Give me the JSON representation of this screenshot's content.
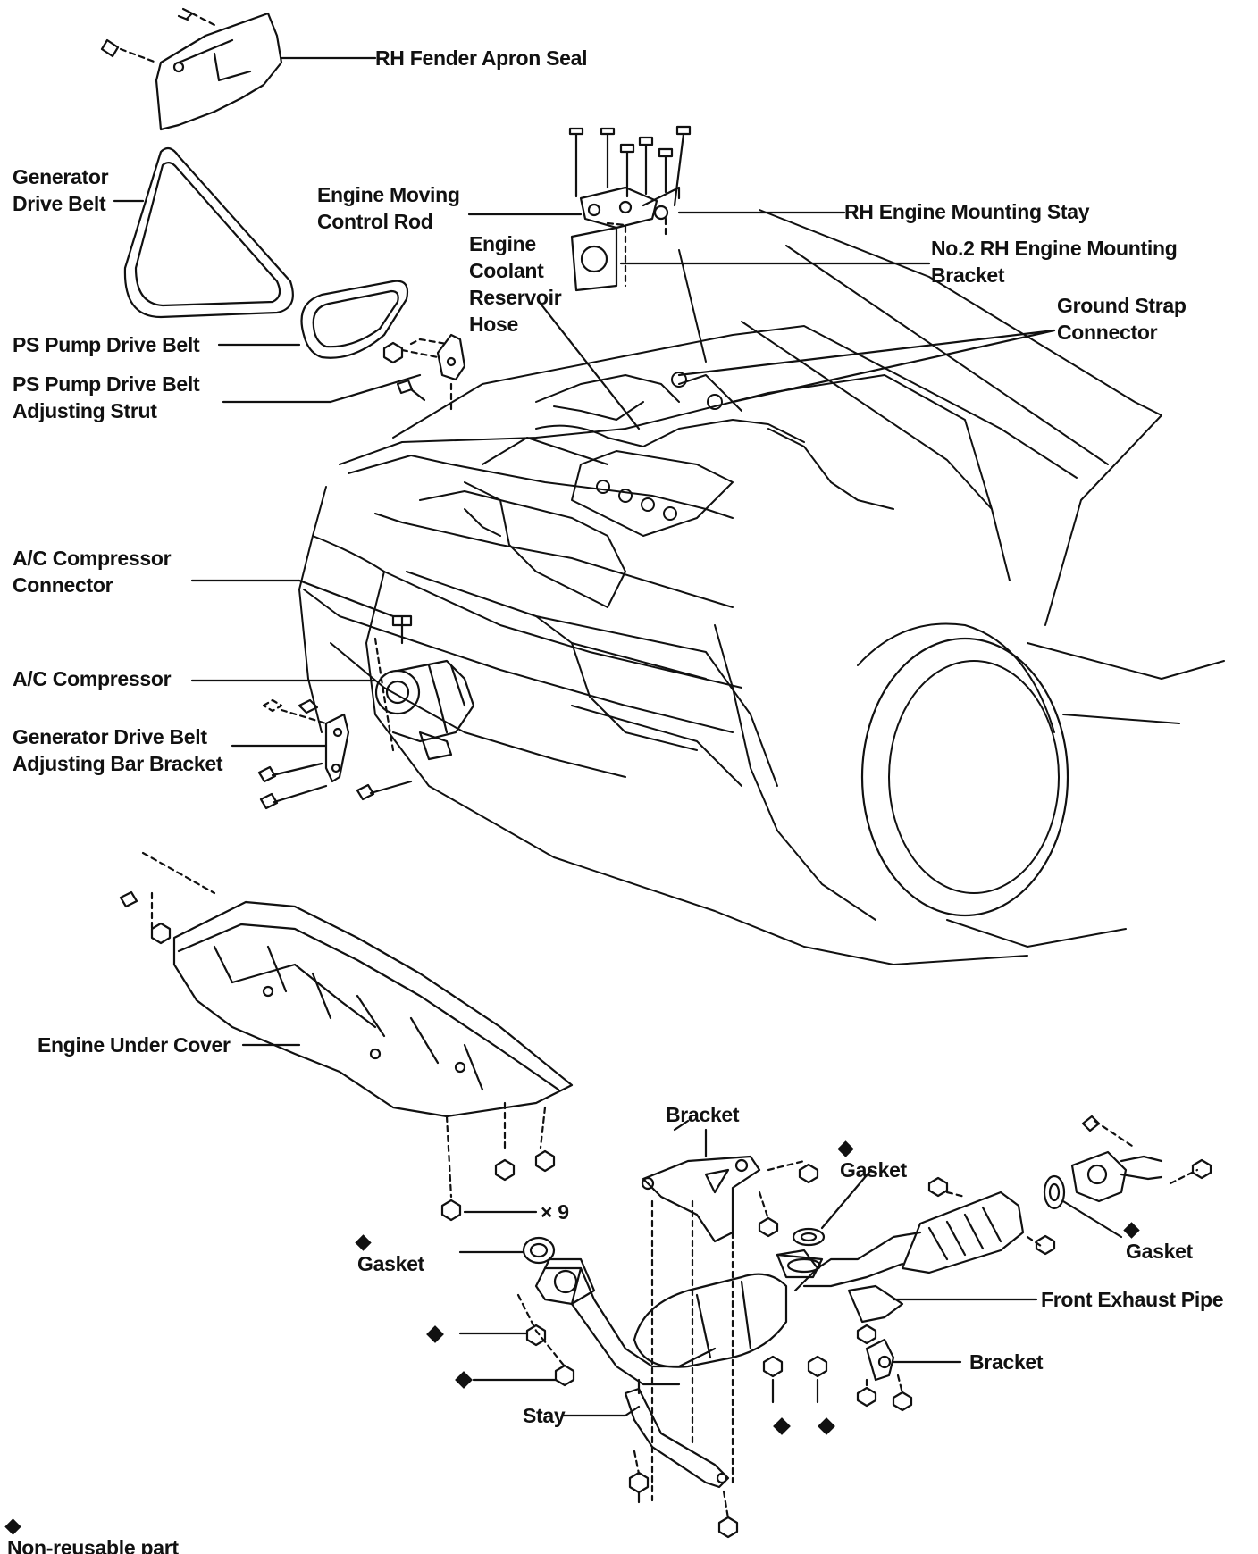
{
  "labels": {
    "rh_fender_apron_seal": "RH Fender Apron Seal",
    "generator_drive_belt": [
      "Generator",
      "Drive Belt"
    ],
    "engine_moving_control_rod": [
      "Engine Moving",
      "Control Rod"
    ],
    "rh_engine_mounting_stay": "RH Engine Mounting Stay",
    "engine_coolant_reservoir_hose": [
      "Engine",
      "Coolant",
      "Reservoir",
      "Hose"
    ],
    "no2_rh_engine_mounting_bracket": [
      "No.2 RH Engine Mounting",
      "Bracket"
    ],
    "ground_strap_connector": [
      "Ground Strap",
      "Connector"
    ],
    "ps_pump_drive_belt": "PS Pump Drive Belt",
    "ps_pump_drive_belt_adjusting_strut": [
      "PS Pump Drive Belt",
      "Adjusting Strut"
    ],
    "ac_compressor_connector": [
      "A/C Compressor",
      "Connector"
    ],
    "ac_compressor": "A/C Compressor",
    "generator_drive_belt_adjusting_bar_bracket": [
      "Generator Drive Belt",
      "Adjusting Bar Bracket"
    ],
    "engine_under_cover": "Engine Under Cover",
    "bracket_top": "Bracket",
    "gasket_mid": "Gasket",
    "gasket_right": "Gasket",
    "gasket_left": "Gasket",
    "times_nine": "× 9",
    "front_exhaust_pipe": "Front Exhaust Pipe",
    "bracket_bottom": "Bracket",
    "stay": "Stay"
  },
  "legend": {
    "symbol": "diamond",
    "text": "Non-reusable part"
  },
  "colors": {
    "ink": "#111111",
    "background": "#ffffff"
  }
}
